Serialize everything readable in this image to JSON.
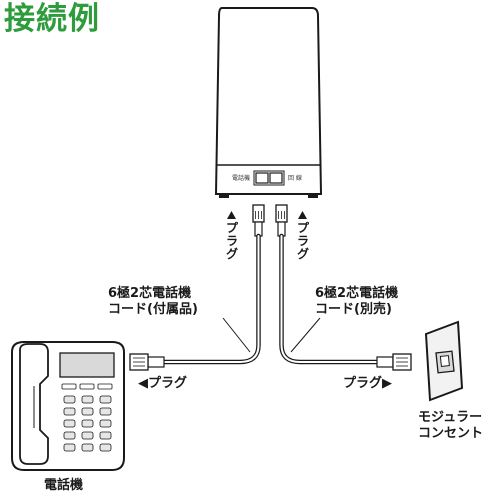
{
  "title": "接続例",
  "device": {
    "port_label": "電話機",
    "port_label_right": "回 線"
  },
  "labels": {
    "plug_up_left": "プラグ",
    "plug_up_right": "プラグ",
    "cord_left": [
      "6極2芯電話機",
      "コード(付属品)"
    ],
    "cord_right": [
      "6極2芯電話機",
      "コード(別売)"
    ],
    "plug_left": "◀プラグ",
    "plug_right": "プラグ▶",
    "outlet": [
      "モジュラー",
      "コンセント"
    ],
    "phone": "電話機"
  },
  "colors": {
    "title": "#2e9b3c",
    "line": "#1a1a1a",
    "fill_light": "#f2f2f2",
    "fill_mid": "#d9d9d9"
  }
}
